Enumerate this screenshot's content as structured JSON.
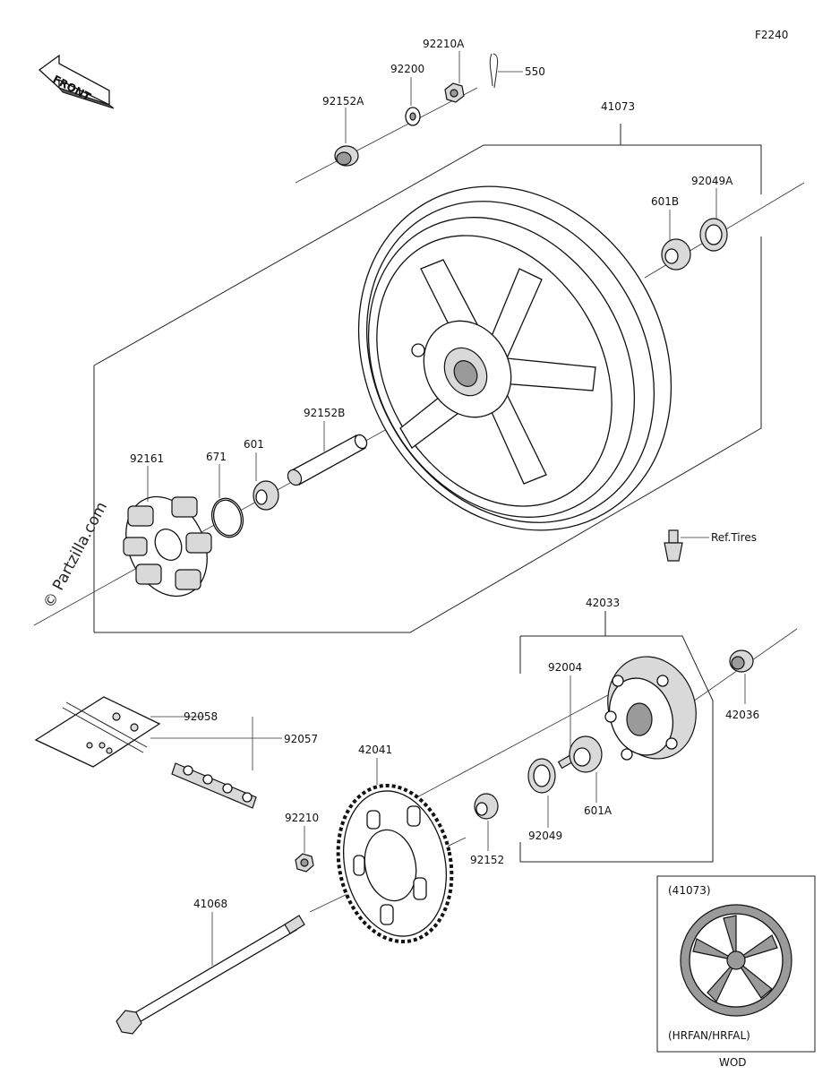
{
  "figure_code": "F2240",
  "front_label": "FRONT",
  "watermark": "© Partzilla.com",
  "footer_code": "WOD",
  "ref_tires": "Ref.Tires",
  "parts": {
    "p92152A": "92152A",
    "p92200": "92200",
    "p92210A": "92210A",
    "p550": "550",
    "p41073": "41073",
    "p92049A": "92049A",
    "p601B": "601B",
    "p92152B": "92152B",
    "p92161": "92161",
    "p671": "671",
    "p601": "601",
    "p42033": "42033",
    "p92004": "92004",
    "p42036": "42036",
    "p92058": "92058",
    "p92057": "92057",
    "p42041": "42041",
    "p92210": "92210",
    "p92152": "92152",
    "p92049": "92049",
    "p601A": "601A",
    "p41068": "41068"
  },
  "inset": {
    "part_ref": "(41073)",
    "variant": "(HRFAN/HRFAL)"
  }
}
